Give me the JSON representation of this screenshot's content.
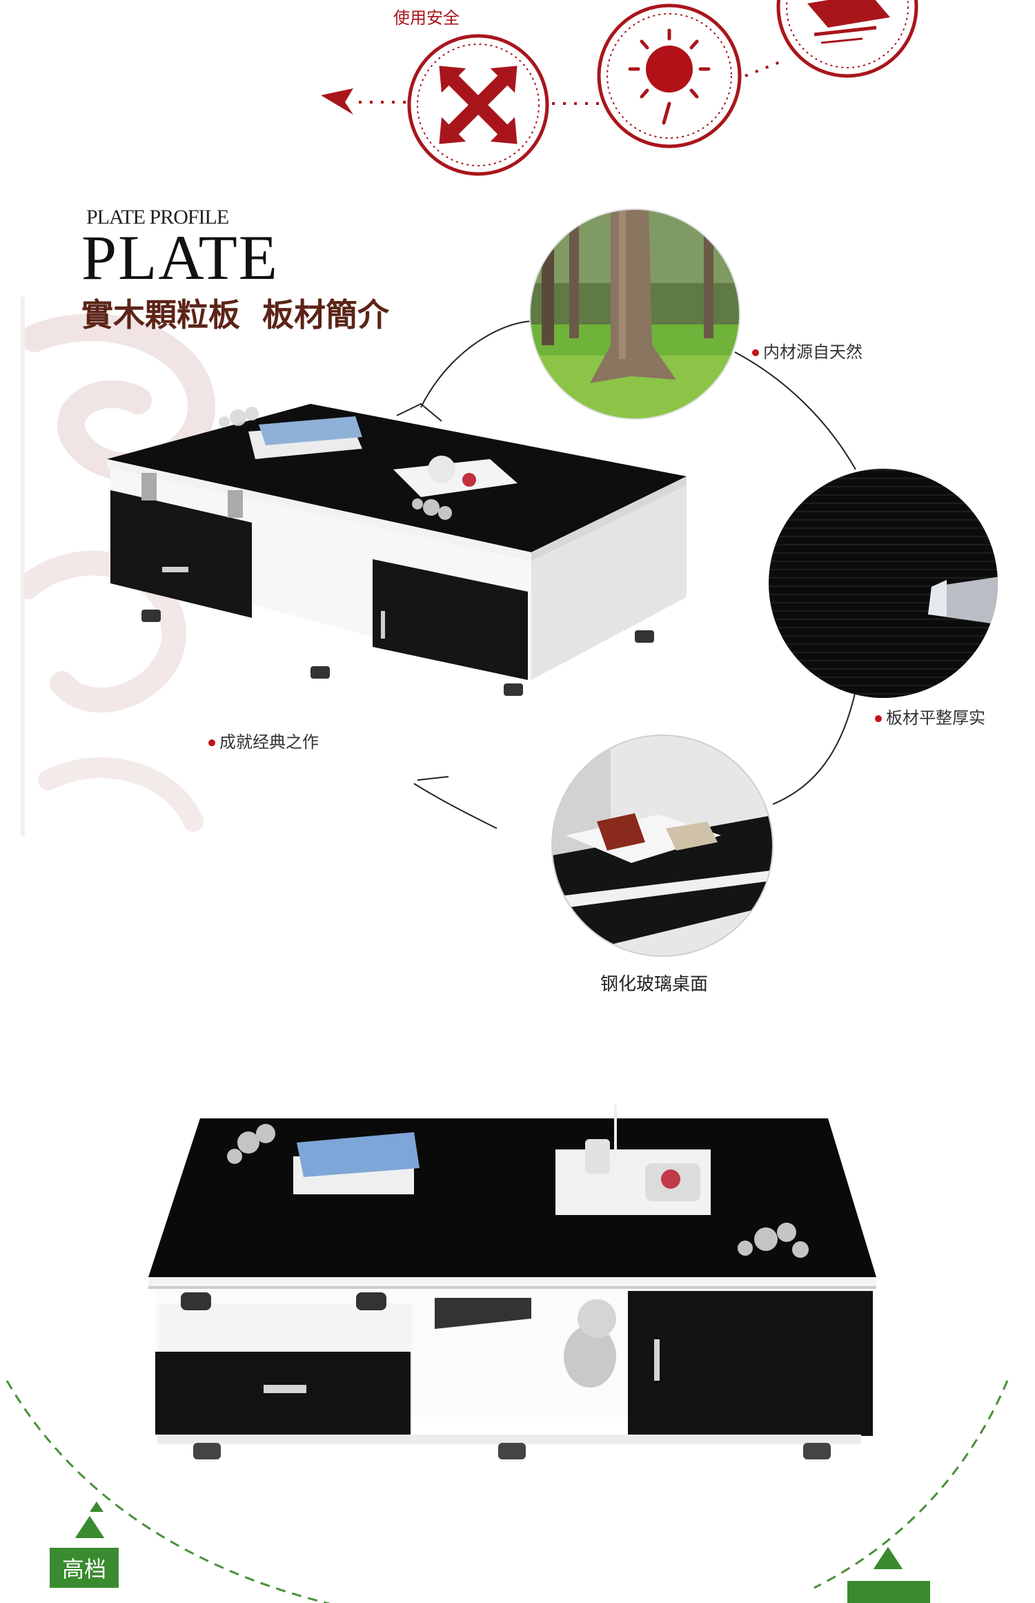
{
  "top_strip": {
    "safe_use_label": "使用安全"
  },
  "plate_section": {
    "subtitle": "PLATE PROFILE",
    "title": "PLATE",
    "chinese_title": "實木顆粒板  板材簡介",
    "captions": {
      "natural_material": "内材源自天然",
      "flat_thick": "板材平整厚实",
      "classic_work": "成就经典之作",
      "tempered_glass": "钢化玻璃桌面"
    }
  },
  "bottom_section": {
    "grade_badge": "高档"
  },
  "colors": {
    "accent_red": "#a8161c",
    "badge_green": "#3a8a2f",
    "table_black": "#111111"
  }
}
